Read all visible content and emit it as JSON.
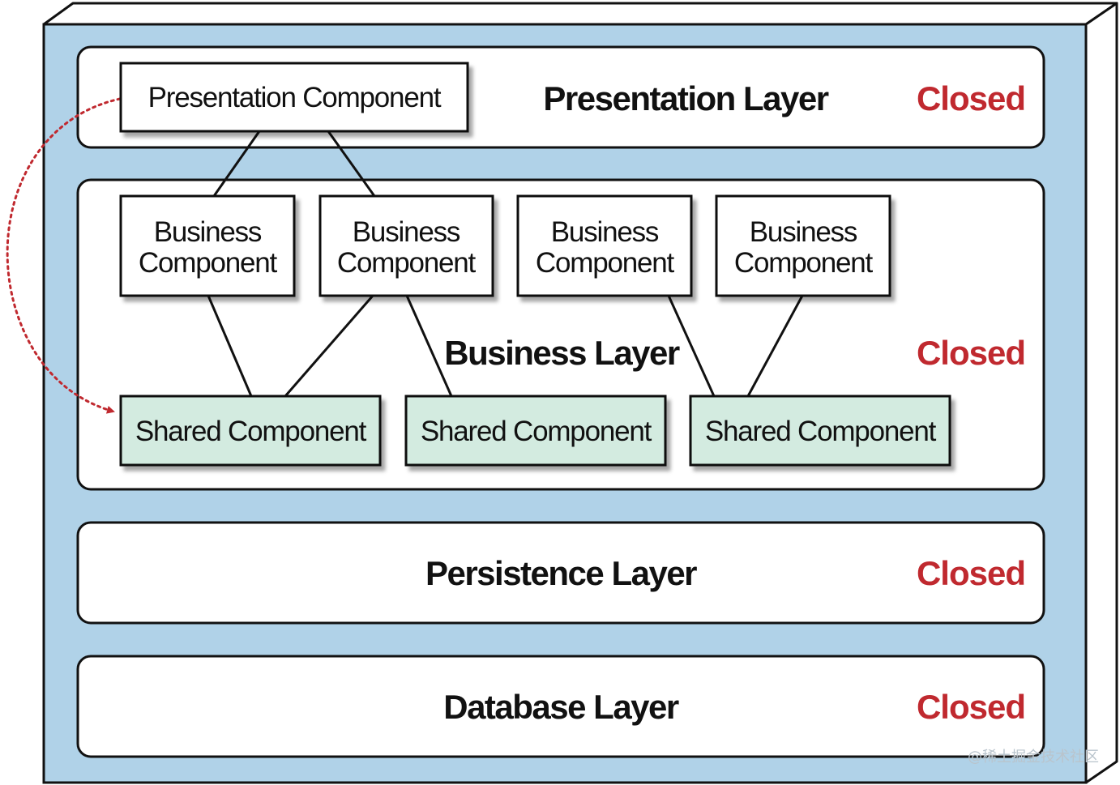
{
  "colors": {
    "container_fill": "#b0d2e8",
    "container_side": "#ffffff",
    "layer_fill": "#ffffff",
    "outline": "#111111",
    "closed_text": "#c0292f",
    "shared_fill": "#d3ebe0",
    "dotted_arrow": "#c0292f"
  },
  "layers": {
    "presentation": {
      "title": "Presentation Layer",
      "status": "Closed"
    },
    "business": {
      "title": "Business Layer",
      "status": "Closed"
    },
    "persistence": {
      "title": "Persistence Layer",
      "status": "Closed"
    },
    "database": {
      "title": "Database Layer",
      "status": "Closed"
    }
  },
  "components": {
    "presentation": {
      "label": "Presentation Component"
    },
    "business": [
      {
        "line1": "Business",
        "line2": "Component"
      },
      {
        "line1": "Business",
        "line2": "Component"
      },
      {
        "line1": "Business",
        "line2": "Component"
      },
      {
        "line1": "Business",
        "line2": "Component"
      }
    ],
    "shared": [
      {
        "label": "Shared Component"
      },
      {
        "label": "Shared Component"
      },
      {
        "label": "Shared Component"
      }
    ]
  },
  "watermark": "@稀土掘金技术社区"
}
